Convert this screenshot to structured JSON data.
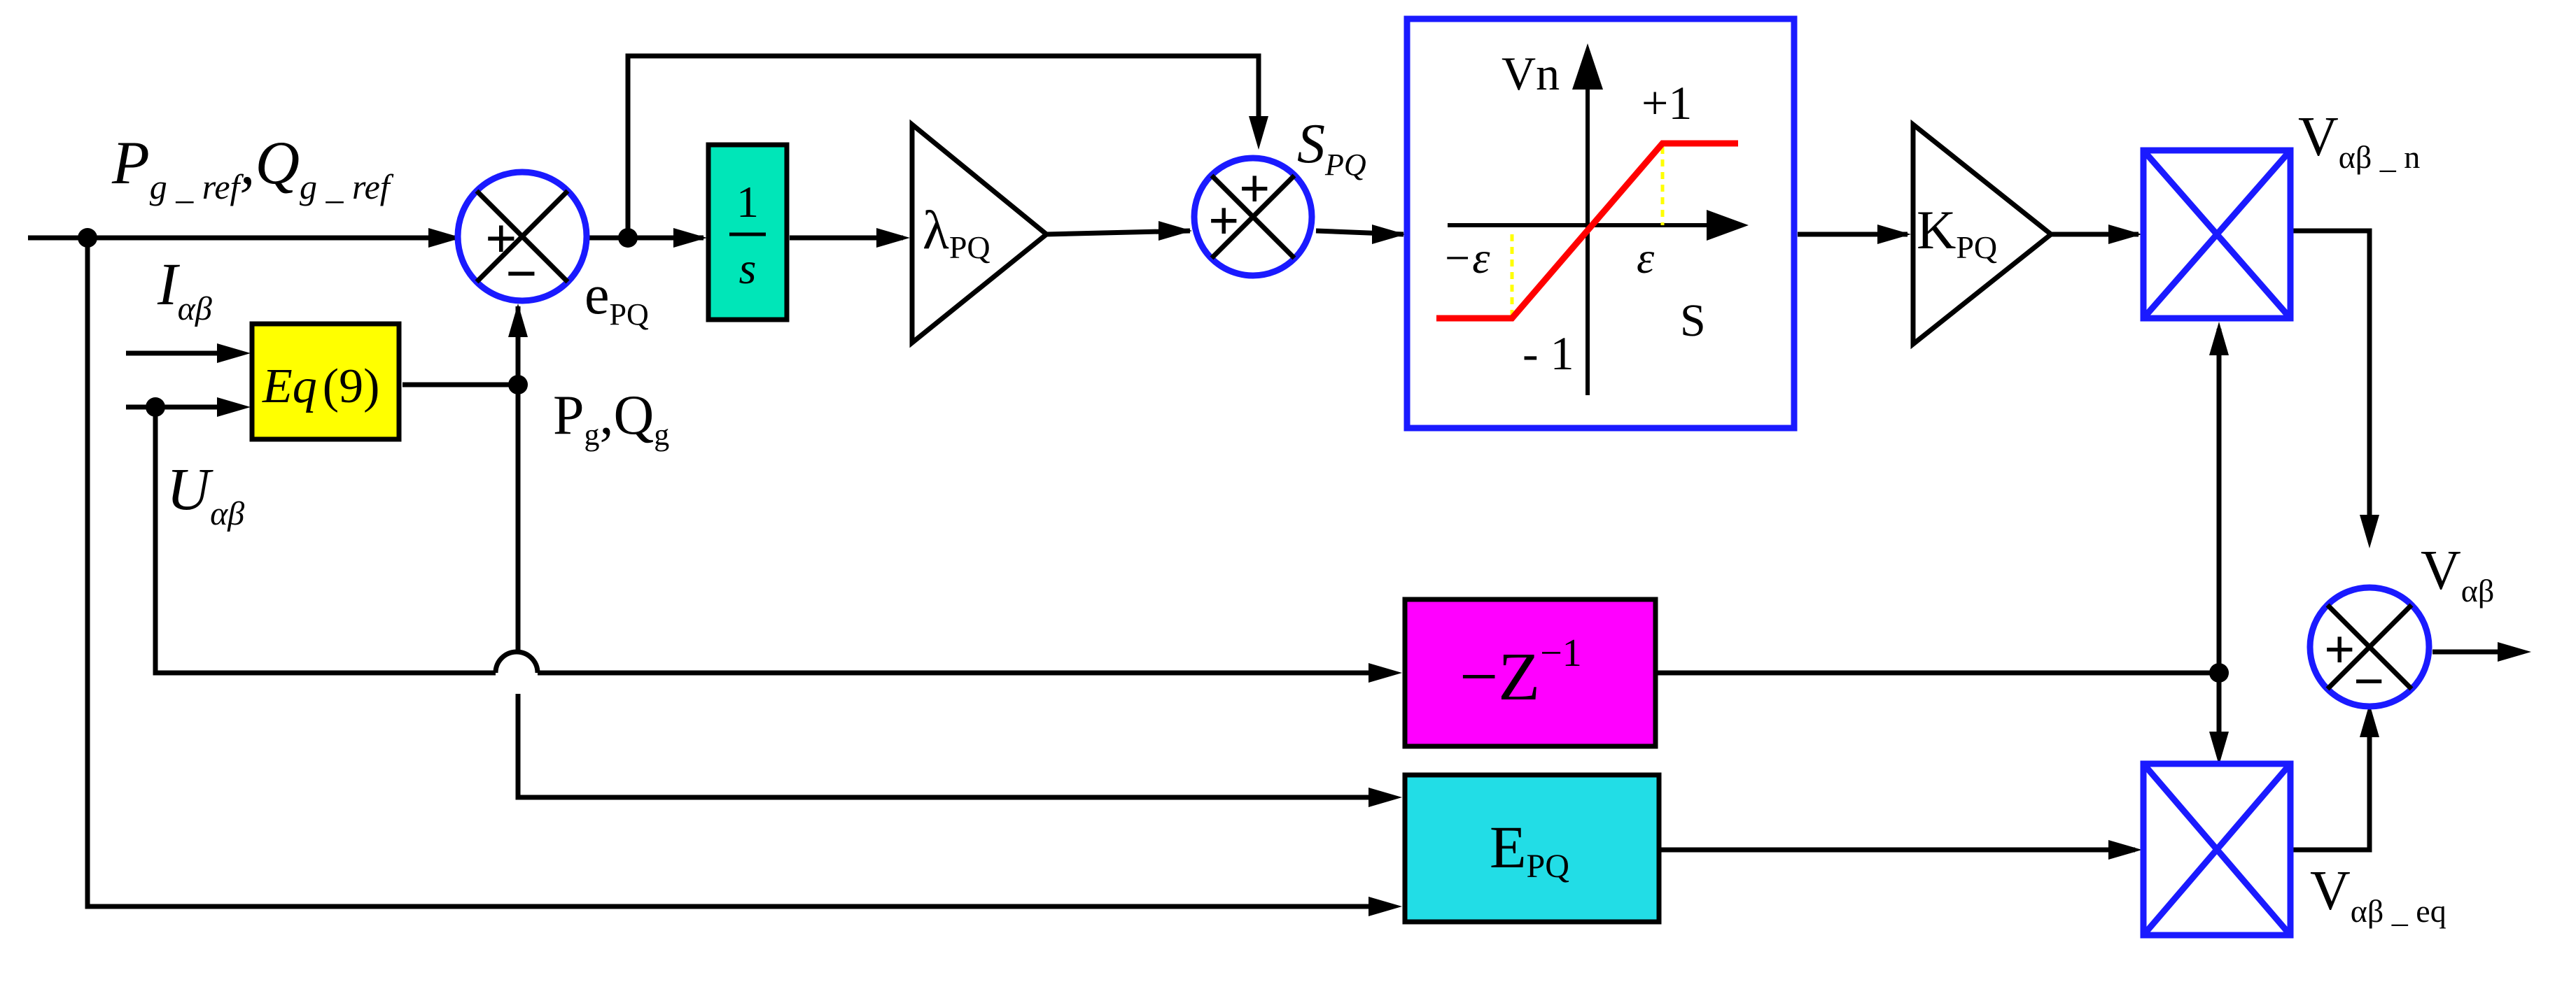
{
  "colors": {
    "wire": "#000000",
    "summer_ring": "#1a1aff",
    "multiplier": "#1a1aff",
    "saturation_frame": "#1a1aff",
    "saturation_curve": "#ff0000",
    "saturation_dash": "#ffff00",
    "eq9_fill": "#ffff00",
    "integrator_fill": "#00e6b8",
    "delay_fill": "#ff00ff",
    "epq_fill": "#22dde6"
  },
  "icons": {
    "summer": "summing-junction-icon",
    "multiplier": "multiplier-box-icon",
    "gain": "gain-triangle-icon",
    "saturation": "saturation-curve-icon",
    "junction": "junction-dot-icon",
    "arrow": "arrowhead-icon"
  },
  "signals": {
    "reference": {
      "base_p": "P",
      "sub_p": "g _ ref",
      "sep": ",",
      "base_q": "Q",
      "sub_q": "g _ ref"
    },
    "current_input": {
      "base": "I",
      "sub": "αβ"
    },
    "voltage_input": {
      "base": "U",
      "sub": "αβ"
    },
    "error": {
      "base": "e",
      "sub": "PQ"
    },
    "measured_power": {
      "base_p": "P",
      "sub_p": "g",
      "sep": ",",
      "base_q": "Q",
      "sub_q": "g"
    },
    "sliding_surface": {
      "base": "S",
      "sub": "PQ"
    },
    "v_n": {
      "base": "V",
      "sub": "αβ _ n"
    },
    "v_out": {
      "base": "V",
      "sub": "αβ"
    },
    "v_eq": {
      "base": "V",
      "sub": "αβ _ eq"
    }
  },
  "blocks": {
    "eq9": {
      "label": "Eq",
      "arg": "(9)"
    },
    "integrator": {
      "numerator": "1",
      "denominator": "s"
    },
    "lambda_gain": {
      "base": "λ",
      "sub": "PQ"
    },
    "k_gain": {
      "base": "K",
      "sub": "PQ"
    },
    "delay": {
      "label": "−Z",
      "sup": "−1"
    },
    "epq": {
      "base": "E",
      "sub": "PQ"
    }
  },
  "saturation": {
    "y_axis": "Vn",
    "x_axis": "S",
    "pos_level": "+1",
    "neg_level": "- 1",
    "neg_eps": "−ε",
    "pos_eps": "ε"
  },
  "summer_signs": {
    "s1_left": "+",
    "s1_bottom": "−",
    "s2_left": "+",
    "s2_top": "+",
    "s3_left": "+",
    "s3_bottom": "−"
  }
}
